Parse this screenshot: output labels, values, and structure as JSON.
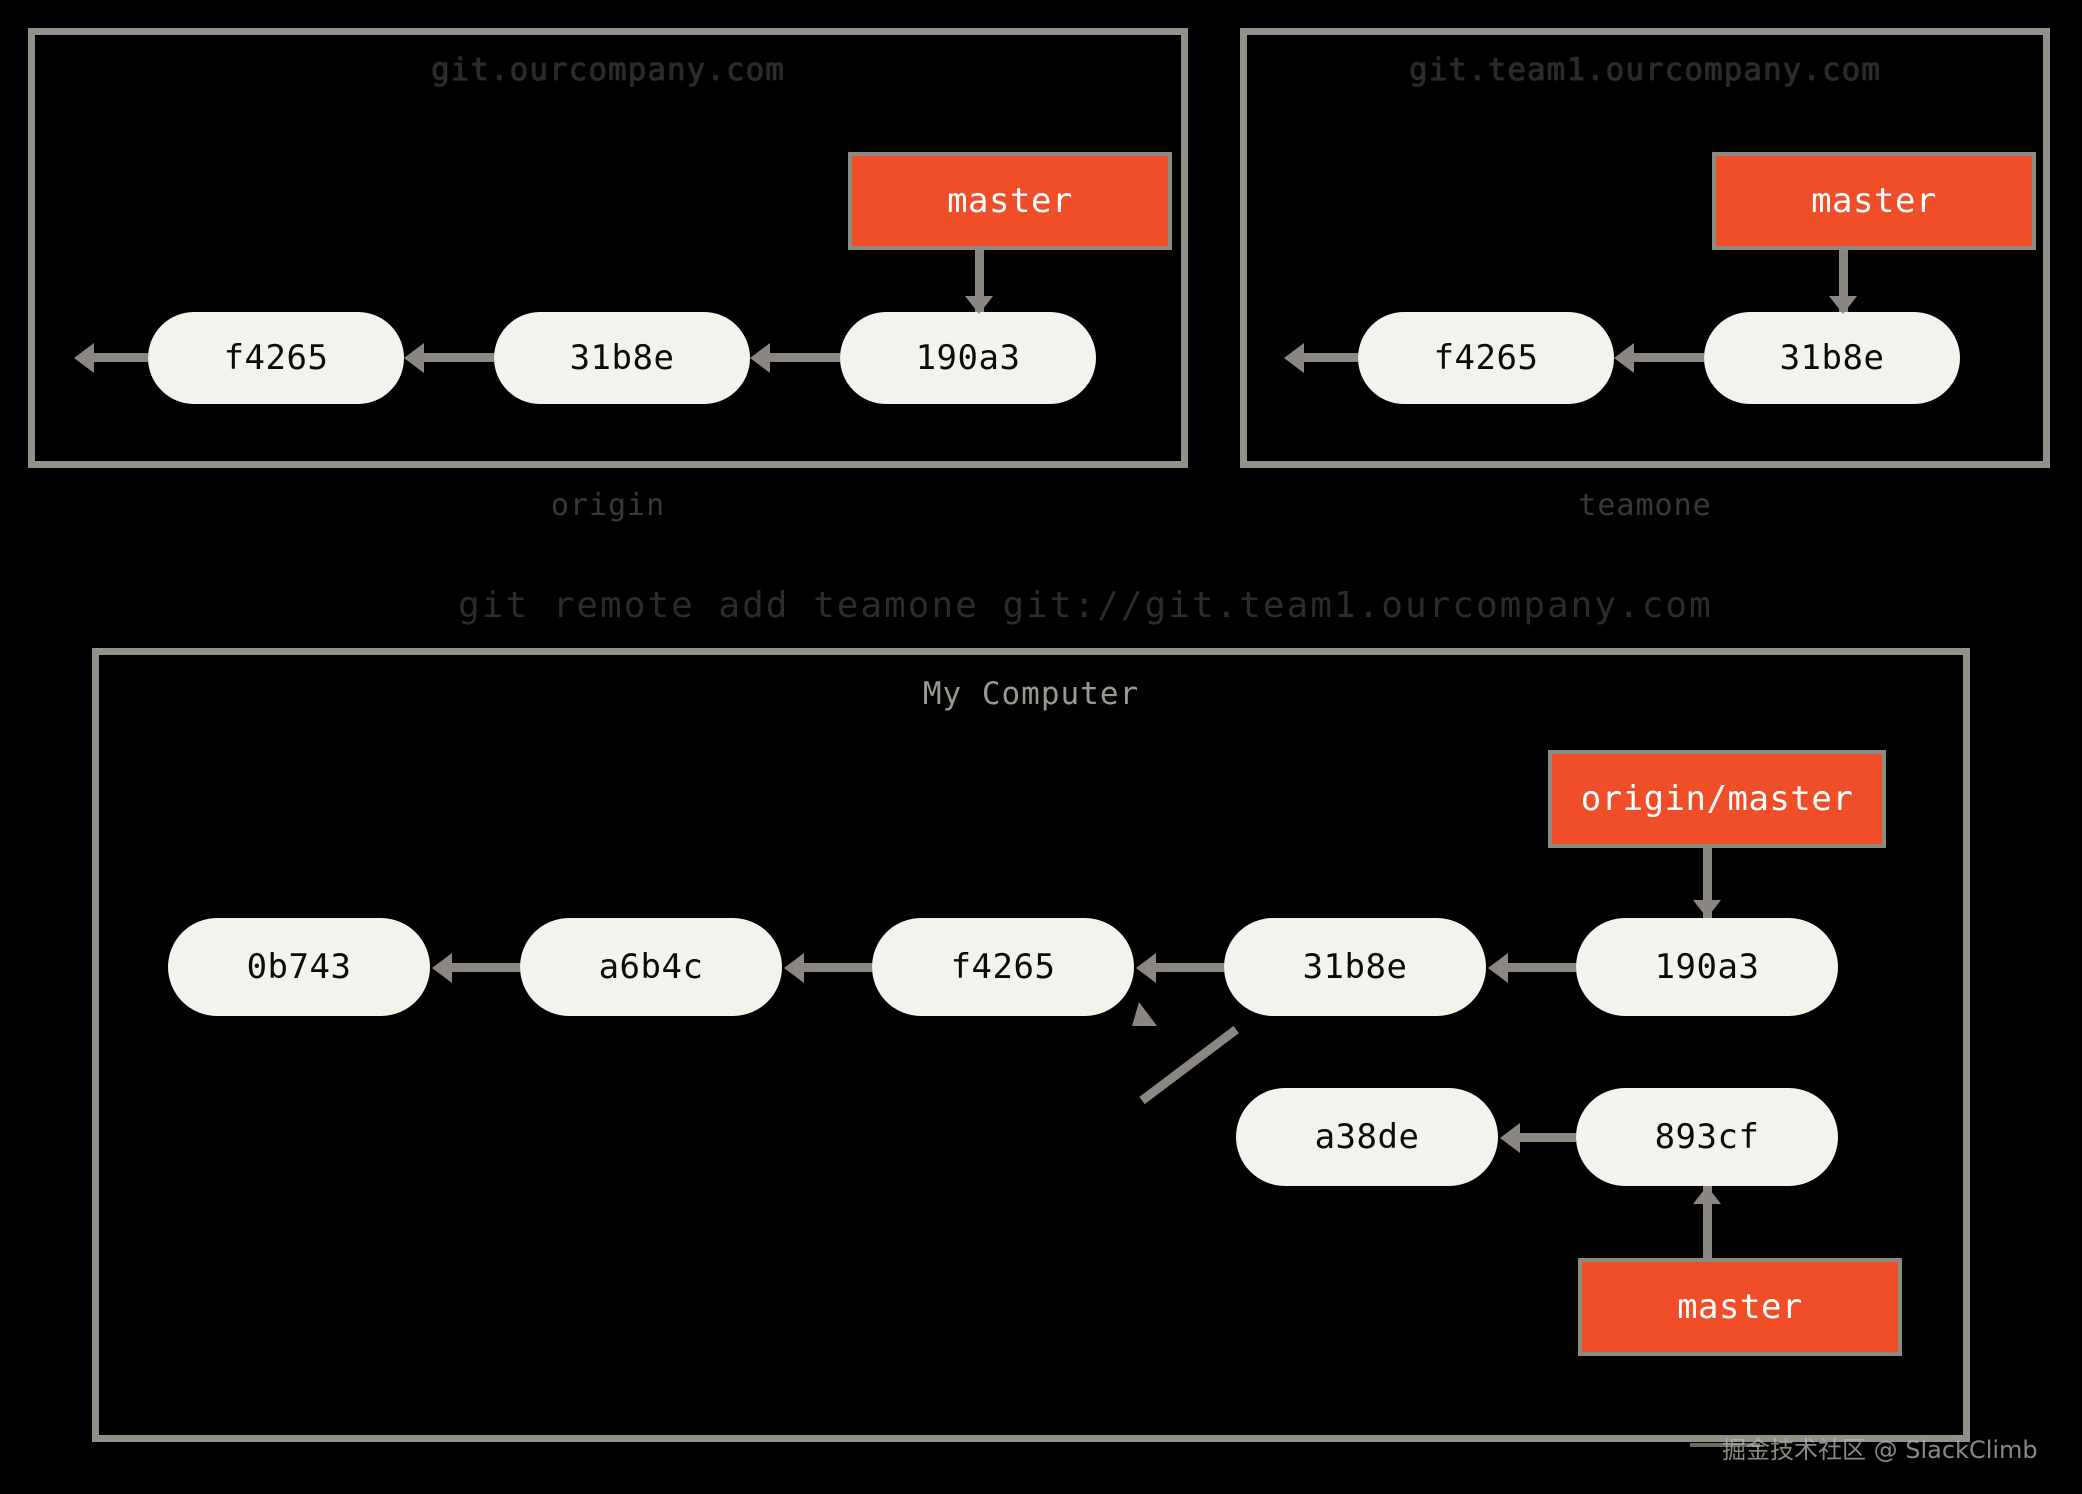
{
  "diagram": {
    "title_main": "My Computer",
    "command": "git remote add teamone git://git.team1.ourcompany.com",
    "watermark": "掘金技术社区 @ SlackClimb"
  },
  "servers": [
    {
      "id": "origin",
      "title": "git.ourcompany.com",
      "caption": "origin",
      "commits": [
        "f4265",
        "31b8e",
        "190a3"
      ],
      "branch_label": "master",
      "branch_points_to": "190a3"
    },
    {
      "id": "teamone",
      "title": "git.team1.ourcompany.com",
      "caption": "teamone",
      "commits": [
        "f4265",
        "31b8e"
      ],
      "branch_label": "master",
      "branch_points_to": "31b8e"
    }
  ],
  "local": {
    "title": "My Computer",
    "main_line_commits": [
      "0b743",
      "a6b4c",
      "f4265",
      "31b8e",
      "190a3"
    ],
    "branch_line_commits": [
      "a38de",
      "893cf"
    ],
    "labels": [
      {
        "text": "origin/master",
        "points_to": "190a3"
      },
      {
        "text": "master",
        "points_to": "893cf"
      }
    ]
  },
  "colors": {
    "background": "#000000",
    "panel_border": "#94918a",
    "commit_fill": "#f4f2ed",
    "commit_text": "#0b0b0b",
    "branch_fill": "#f04e28",
    "branch_text": "#ffffff",
    "edge": "#8a8782",
    "title_text": "#9b9891"
  }
}
